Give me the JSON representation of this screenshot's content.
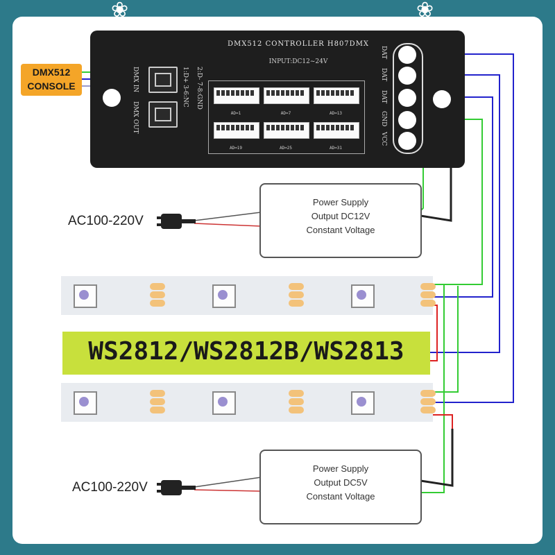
{
  "controller": {
    "title": "DMX512  CONTROLLER  H807DMX",
    "input": "INPUT:DC12~24V",
    "port_in_label": "DMX IN",
    "port_out_label": "DMX OUT",
    "pin_col1": "1:D+  3-6:NC",
    "pin_col2": "2:D-  7-8:GND",
    "dips": [
      {
        "label": "AD=1"
      },
      {
        "label": "AD=7"
      },
      {
        "label": "AD=13"
      },
      {
        "label": "AD=19"
      },
      {
        "label": "AD=25"
      },
      {
        "label": "AD=31"
      }
    ],
    "terminals": [
      "DAT",
      "DAT",
      "DAT",
      "GND",
      "VCC"
    ]
  },
  "console": {
    "line1": "DMX512",
    "line2": "CONSOLE"
  },
  "psu_top": {
    "line1": "Power Supply",
    "line2": "Output DC12V",
    "line3": "Constant Voltage",
    "ac": "AC100-220V"
  },
  "psu_bottom": {
    "line1": "Power Supply",
    "line2": "Output DC5V",
    "line3": "Constant Voltage",
    "ac": "AC100-220V"
  },
  "banner": {
    "text": "WS2812/WS2812B/WS2813"
  },
  "colors": {
    "frame": "#2d7a8a",
    "data_wire": "#2222cc",
    "gnd_wire": "#33cc33",
    "pos_wire": "#dd2222",
    "banner": "#c8e03c",
    "console": "#f4a528"
  }
}
